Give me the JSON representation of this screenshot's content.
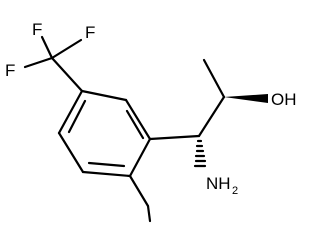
{
  "structure": {
    "atoms": {
      "f_top_left": "F",
      "f_top_right": "F",
      "f_left": "F",
      "oh": "OH",
      "nh2_main": "NH",
      "nh2_sub": "2"
    }
  }
}
